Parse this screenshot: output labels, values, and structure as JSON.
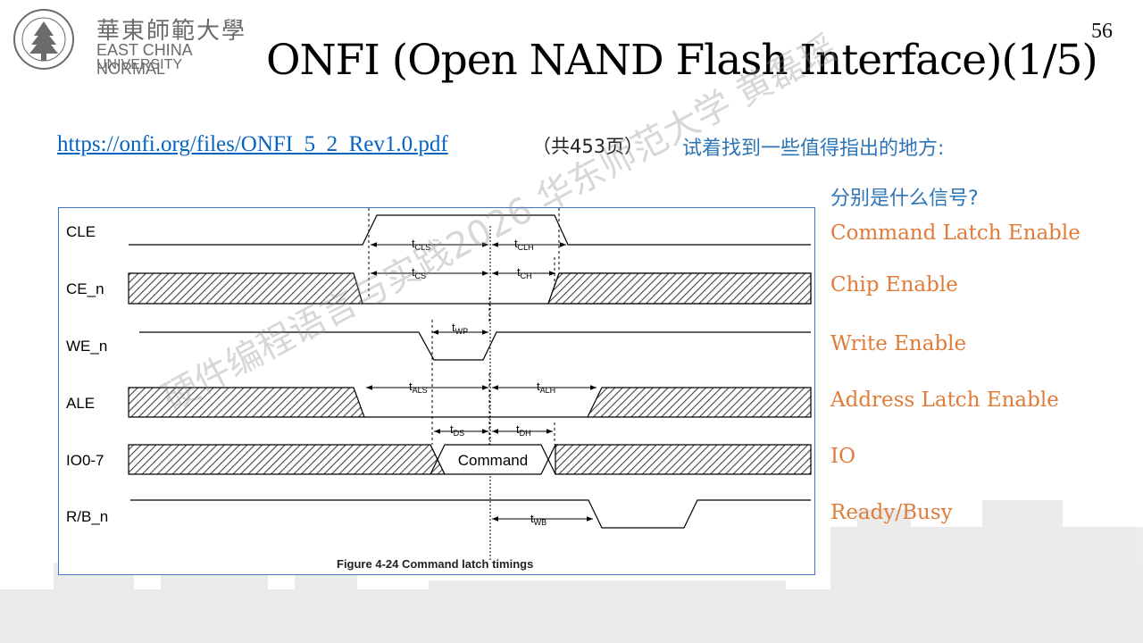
{
  "slide": {
    "page_number": "56",
    "title": "ONFI (Open NAND Flash Interface)(1/5)",
    "link_text": "https://onfi.org/files/ONFI_5_2_Rev1.0.pdf",
    "pages_note": "（共453页）",
    "try_text": "试着找到一些值得指出的地方:",
    "question": "分别是什么信号?",
    "signals": [
      "Command Latch Enable",
      "Chip Enable",
      "Write Enable",
      "Address Latch Enable",
      "IO",
      "Ready/Busy"
    ]
  },
  "logo": {
    "cn_name": "華東師範大學",
    "en_line1": "EAST CHINA NORMAL",
    "en_line2": "UNIVERSITY"
  },
  "figure": {
    "signal_labels": [
      "CLE",
      "CE_n",
      "WE_n",
      "ALE",
      "IO0-7",
      "R/B_n"
    ],
    "timing_params": [
      {
        "t": "t",
        "sub": "CLS"
      },
      {
        "t": "t",
        "sub": "CLH"
      },
      {
        "t": "t",
        "sub": "CS"
      },
      {
        "t": "t",
        "sub": "CH"
      },
      {
        "t": "t",
        "sub": "WP"
      },
      {
        "t": "t",
        "sub": "ALS"
      },
      {
        "t": "t",
        "sub": "ALH"
      },
      {
        "t": "t",
        "sub": "DS"
      },
      {
        "t": "t",
        "sub": "DH"
      },
      {
        "t": "t",
        "sub": "WB"
      }
    ],
    "command_label": "Command",
    "caption": "Figure 4-24  Command latch timings"
  },
  "watermark": "硬件编程语言与实践2026 华东师范大学 黄磊瑶",
  "colors": {
    "link": "#0563c1",
    "blue_text": "#2e75b6",
    "orange_text": "#e07b39",
    "figure_border": "#4472c4"
  }
}
